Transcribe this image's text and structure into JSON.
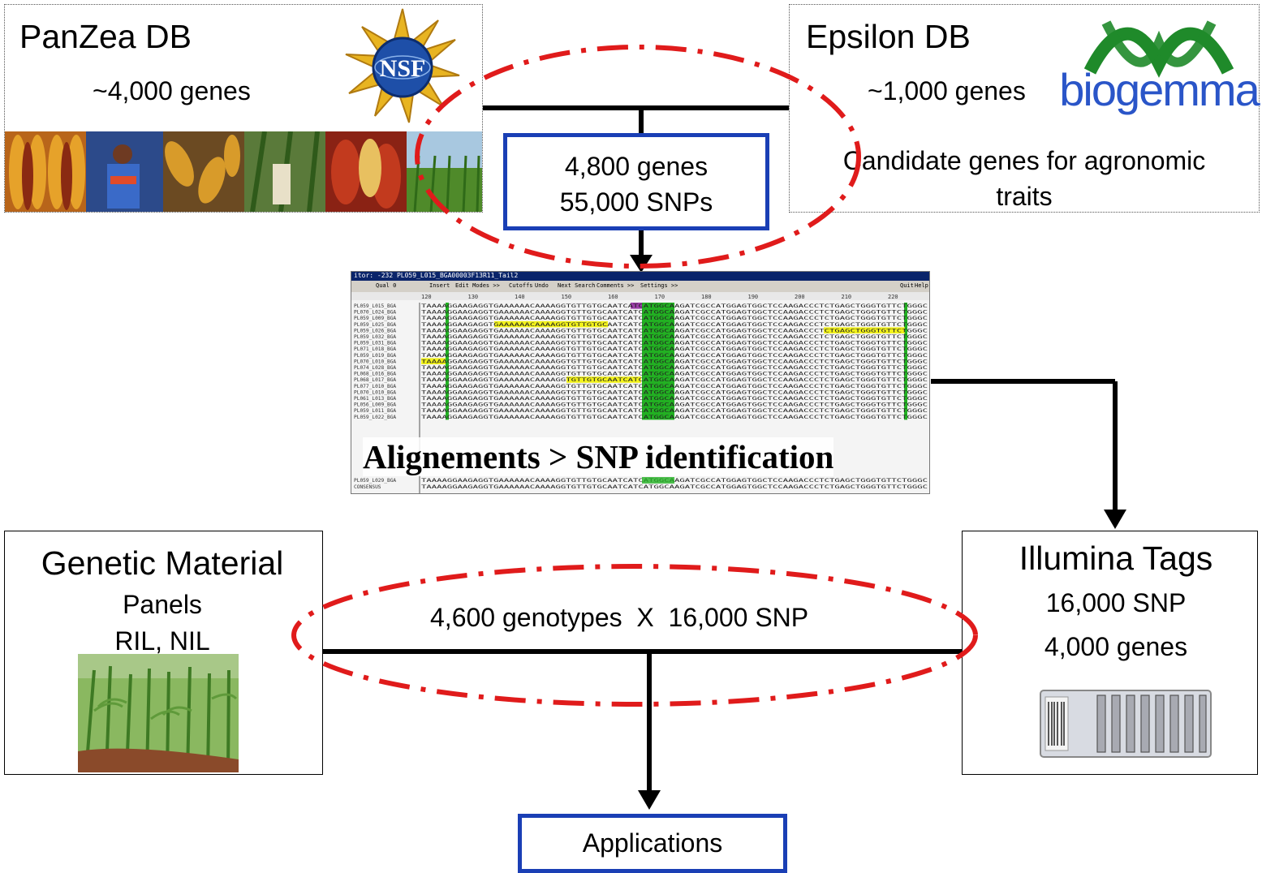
{
  "panzea": {
    "title": "PanZea DB",
    "genes": "~4,000 genes",
    "logo_text": "NSF"
  },
  "epsilon": {
    "title": "Epsilon DB",
    "genes": "~1,000 genes",
    "logo_text": "biogemma",
    "description_line1": "Candidate genes for agronomic",
    "description_line2": "traits"
  },
  "merged": {
    "genes": "4,800 genes",
    "snps": "55,000 SNPs"
  },
  "alignment": {
    "caption": "Alignements > SNP identification",
    "window_title": "itor: -232 PL059_L015_BGA00003F13R11_Tail2",
    "toolbar": [
      "Qual 0",
      "Insert",
      "Edit Modes >>",
      "Cutoffs",
      "Undo",
      "Next Search",
      "Comments >>",
      "Settings >>",
      "Quit",
      "Help"
    ],
    "ruler": [
      "120",
      "130",
      "140",
      "150",
      "160",
      "170",
      "180",
      "190",
      "200",
      "210",
      "220"
    ],
    "row_names": [
      "PL059_L015_BGA",
      "PL070_L024_BGA",
      "PL059_L009_BGA",
      "PL059_L025_BGA",
      "PL059_L026_BGA",
      "PL059_L032_BGA",
      "PL059_L031_BGA",
      "PL071_L018_BGA",
      "PL059_L019_BGA",
      "PL070_L010_BGA",
      "PL074_L028_BGA",
      "PL068_L016_BGA",
      "PL068_L017_BGA",
      "PL077_L010_BGA",
      "PL070_L010_BGA",
      "PL061_L013_BGA",
      "PL056_L009_BGA",
      "PL059_L011_BGA",
      "PL059_L022_BGA"
    ],
    "footer_rows": [
      "PL059_L029_BGA",
      "CONSENSUS"
    ],
    "sequence": "TAAAAGGAAGAGGTGAAAAAACAAAAGGTGTTGTGCAATCATCATGGCAAGATCGCCATGGAGTGGCTCCAAGACCCTCTGAGCTGGGTGTTCTGGGC"
  },
  "genetic": {
    "title": "Genetic Material",
    "line1": "Panels",
    "line2": "RIL, NIL"
  },
  "illumina": {
    "title": "Illumina Tags",
    "snp": "16,000 SNP",
    "genes": "4,000 genes"
  },
  "genotyping": {
    "label": "4,600 genotypes  X  16,000 SNP"
  },
  "applications": {
    "label": "Applications"
  },
  "colors": {
    "arrow": "#000000",
    "ellipse": "#e01b1b",
    "box_blue": "#1a3fb5",
    "snp_green": "#22b022",
    "highlight_yellow": "#f2f21a"
  }
}
